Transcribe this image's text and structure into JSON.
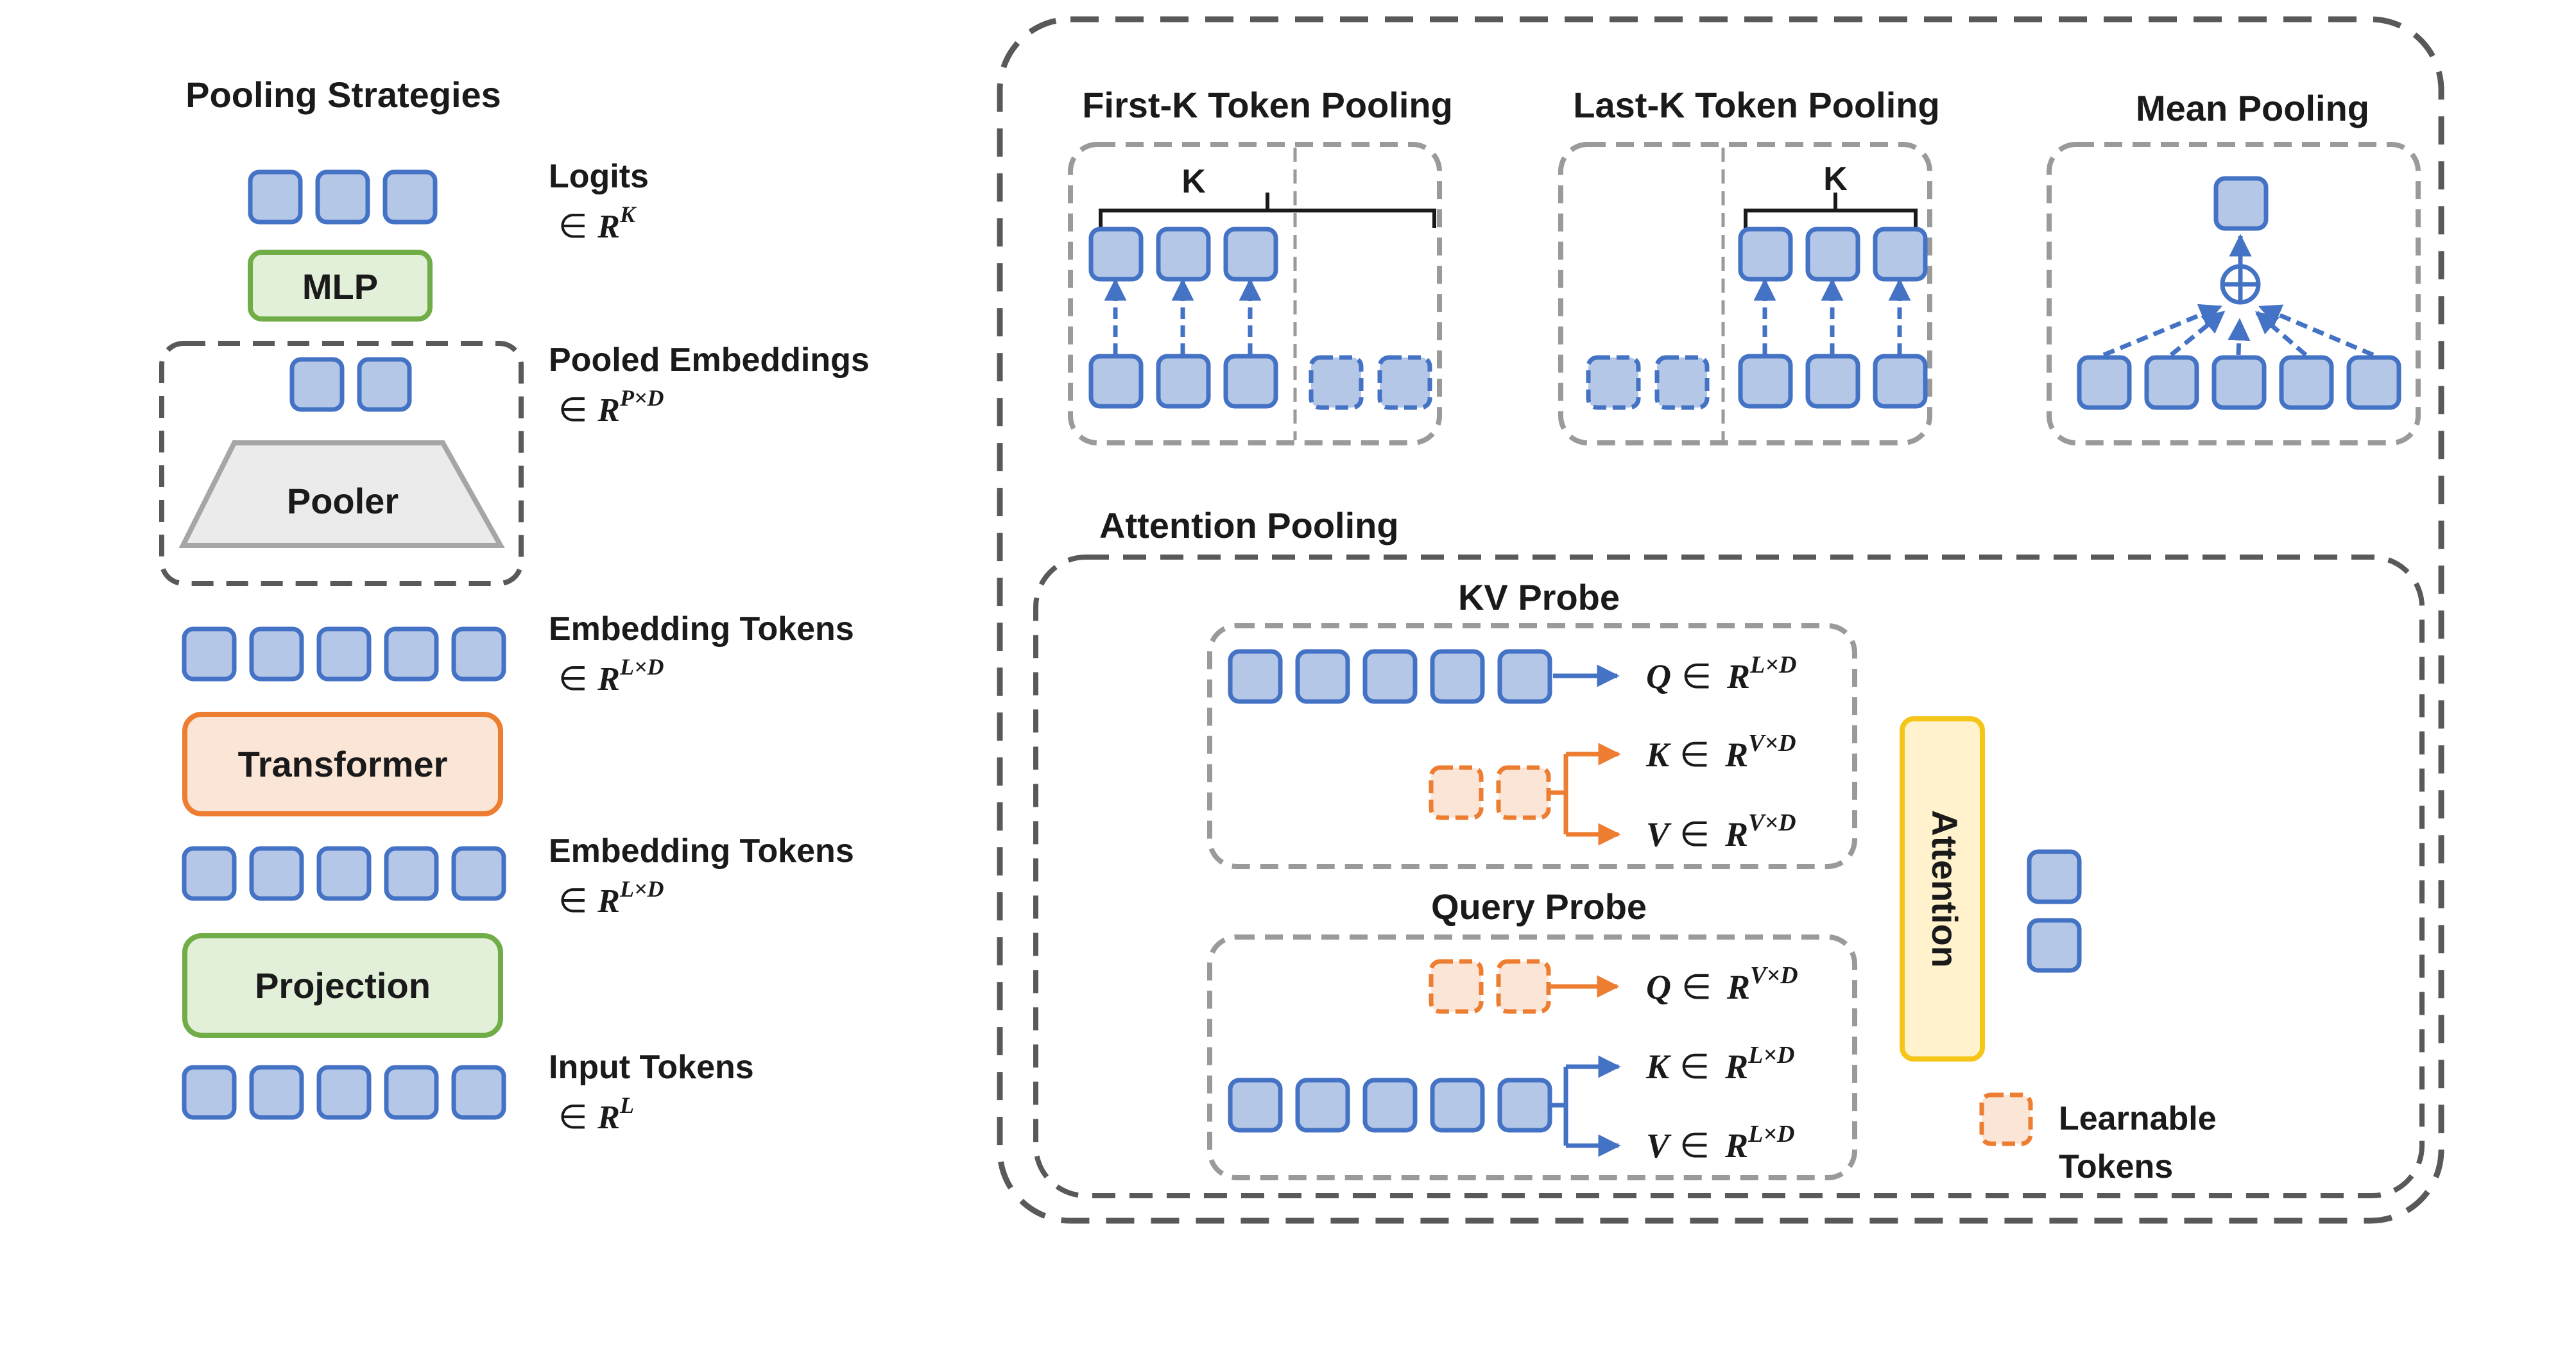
{
  "left_panel": {
    "title": "Pooling Strategies",
    "mlp": "MLP",
    "pooler": "Pooler",
    "transformer": "Transformer",
    "projection": "Projection",
    "annotations": [
      {
        "name": "Logits",
        "elem": "∈",
        "base": "R",
        "sup": "K"
      },
      {
        "name": "Pooled Embeddings",
        "elem": "∈",
        "base": "R",
        "sup": "P×D"
      },
      {
        "name": "Embedding Tokens",
        "elem": "∈",
        "base": "R",
        "sup": "L×D"
      },
      {
        "name": "Embedding Tokens",
        "elem": "∈",
        "base": "R",
        "sup": "L×D"
      },
      {
        "name": "Input Tokens",
        "elem": "∈",
        "base": "R",
        "sup": "L"
      }
    ]
  },
  "first_k": {
    "title": "First-K Token Pooling",
    "brace": "K"
  },
  "last_k": {
    "title": "Last-K Token Pooling",
    "brace": "K"
  },
  "mean": {
    "title": "Mean Pooling",
    "op": "⊕"
  },
  "attention_pooling": {
    "title": "Attention Pooling",
    "kv_probe": {
      "title": "KV Probe",
      "q": {
        "var": "Q",
        "elem": "∈",
        "base": "R",
        "sup": "L×D"
      },
      "k": {
        "var": "K",
        "elem": "∈",
        "base": "R",
        "sup": "V×D"
      },
      "v": {
        "var": "V",
        "elem": "∈",
        "base": "R",
        "sup": "V×D"
      }
    },
    "query_probe": {
      "title": "Query Probe",
      "q": {
        "var": "Q",
        "elem": "∈",
        "base": "R",
        "sup": "V×D"
      },
      "k": {
        "var": "K",
        "elem": "∈",
        "base": "R",
        "sup": "L×D"
      },
      "v": {
        "var": "V",
        "elem": "∈",
        "base": "R",
        "sup": "L×D"
      }
    },
    "attention_label": "Attention",
    "legend": {
      "line1": "Learnable",
      "line2": "Tokens"
    }
  },
  "colors": {
    "token_fill": "#b4c7e7",
    "token_stroke": "#4472c4",
    "learnable_fill": "#fbe5d6",
    "learnable_stroke": "#ed7d31",
    "mlp_fill": "#e2f0d9",
    "mlp_stroke": "#70ad47",
    "transformer_fill": "#fbe5d6",
    "attention_fill": "#fff2cc",
    "attention_stroke": "#f5c518",
    "pooler_fill": "#ebebeb",
    "pooler_stroke": "#a6a6a6",
    "dash_dark": "#595959",
    "dash_gray": "#9a9a9a"
  }
}
